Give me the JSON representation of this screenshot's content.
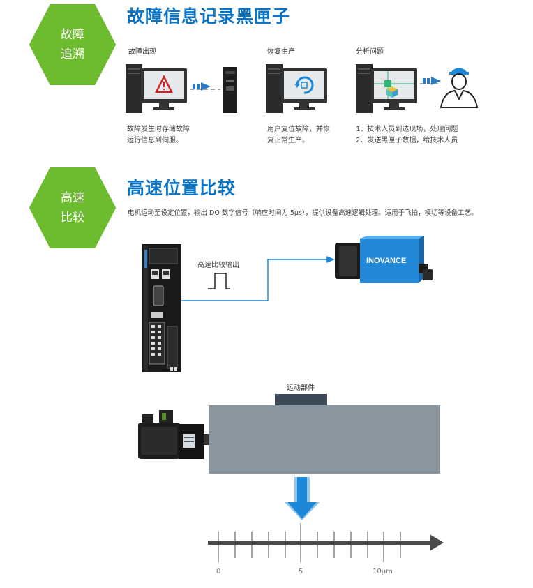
{
  "section1": {
    "badge_line1": "故障",
    "badge_line2": "追溯",
    "title": "故障信息记录黑匣子",
    "steps": [
      {
        "label": "故障出现",
        "caption_line1": "故障发生时存储故障",
        "caption_line2": "运行信息到伺服。"
      },
      {
        "label": "恢复生产",
        "caption_line1": "用户复位故障，并恢",
        "caption_line2": "复正常生产。"
      },
      {
        "label": "分析问题",
        "caption_line1": "1、技术人员到达现场，处理问题",
        "caption_line2": "2、发送黑匣子数据，给技术人员"
      }
    ]
  },
  "section2": {
    "badge_line1": "高速",
    "badge_line2": "比较",
    "title": "高速位置比较",
    "description": "电机运动至设定位置，输出 DO 数字信号（响应时间为 5μs），提供设备高速逻辑处理。适用于飞拍，模切等设备工艺。",
    "signal_label": "高速比较输出",
    "camera_brand": "INOVANCE",
    "moving_part_label": "运动部件",
    "axis_ticks": [
      "0",
      "5",
      "10μm"
    ]
  },
  "colors": {
    "accent_green": "#6dbb2e",
    "accent_blue": "#0b74c4",
    "camera_blue": "#1e88d8"
  }
}
